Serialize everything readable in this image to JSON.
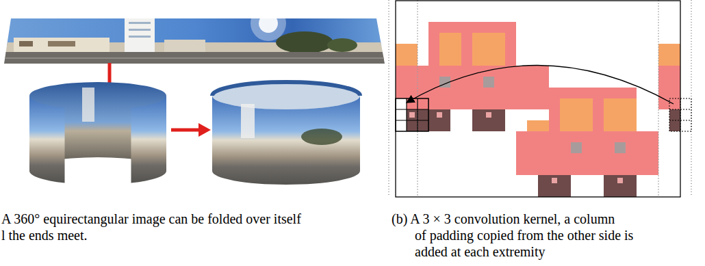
{
  "diagram": {
    "labels": [
      "A 360° equirectangular image can be folded over itself",
      "l the ends meet.",
      "(b) A 3 × 3 convolution kernel, a column",
      "of padding copied from the other side is",
      "added at each extremity"
    ]
  }
}
